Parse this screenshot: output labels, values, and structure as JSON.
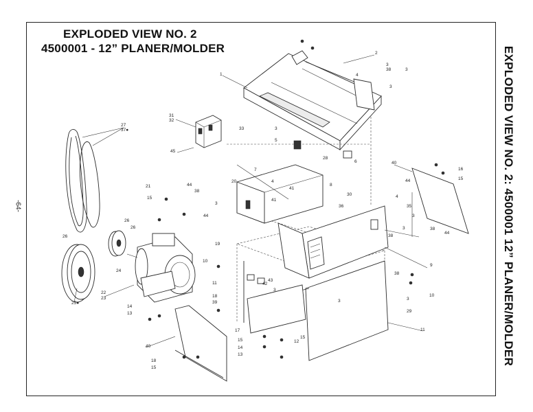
{
  "title_line1": "EXPLODED VIEW NO. 2",
  "title_line2": "4500001 - 12” PLANER/MOLDER",
  "side_title": "EXPLODED VIEW NO. 2: 4500001 12” PLANER/MOLDER",
  "page_number": "-64-",
  "callouts": [
    "1",
    "2",
    "3",
    "4",
    "38",
    "3",
    "3",
    "31",
    "32",
    "33",
    "3",
    "5",
    "27",
    "37●",
    "45",
    "6",
    "28",
    "7",
    "40",
    "16",
    "15",
    "44",
    "20",
    "4",
    "38",
    "41",
    "8",
    "44",
    "21",
    "30",
    "36",
    "4",
    "3",
    "35",
    "15",
    "3",
    "41",
    "38",
    "44",
    "26",
    "3",
    "44",
    "26",
    "19",
    "38",
    "26",
    "24",
    "10",
    "9",
    "38",
    "11",
    "42",
    "43",
    "22",
    "23",
    "25●",
    "3",
    "3",
    "18",
    "10",
    "39",
    "14",
    "3",
    "13",
    "29",
    "11",
    "17",
    "15",
    "15",
    "14",
    "40",
    "12",
    "13",
    "18",
    "15"
  ]
}
